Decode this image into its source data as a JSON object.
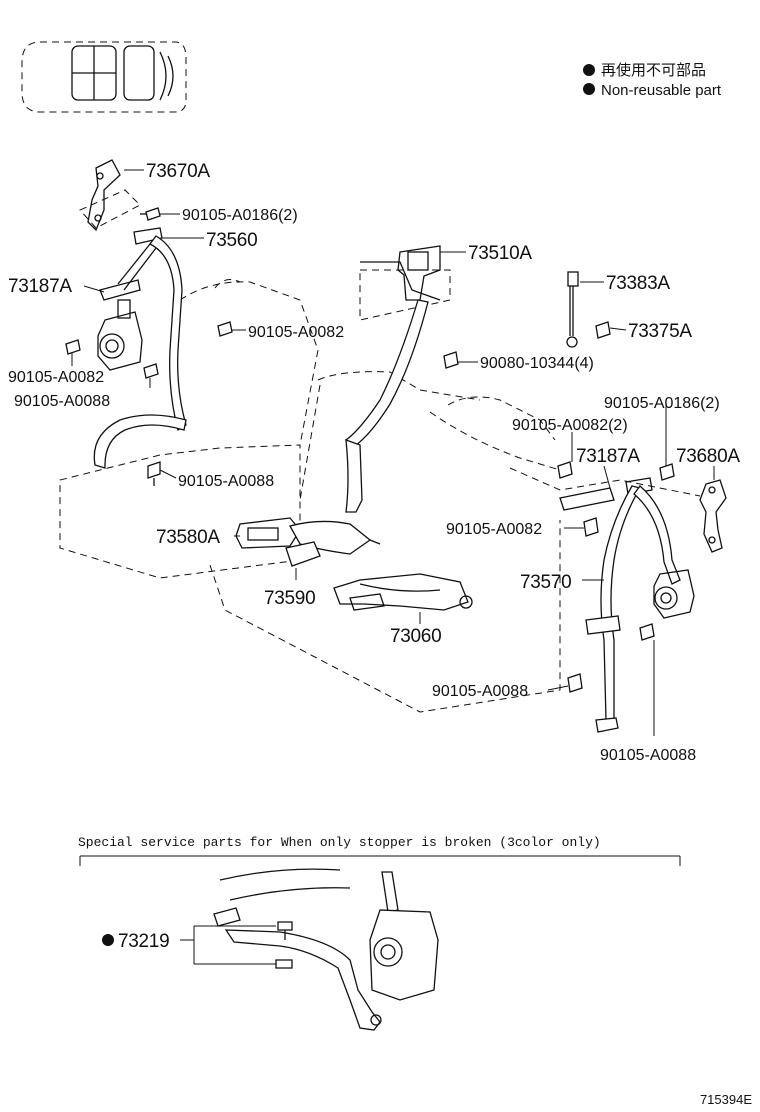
{
  "legend": {
    "items": [
      {
        "text": "再使用不可部品"
      },
      {
        "text": "Non-reusable part"
      }
    ]
  },
  "parts": {
    "p73670A": "73670A",
    "p90105_A0186_2_left": "90105-A0186(2)",
    "p73560": "73560",
    "p73187A_left": "73187A",
    "p90105_A0082_mid": "90105-A0082",
    "p90105_A0082_left": "90105-A0082",
    "p90105_A0088_left": "90105-A0088",
    "p90105_A0088_lower": "90105-A0088",
    "p73510A": "73510A",
    "p73383A": "73383A",
    "p73375A": "73375A",
    "p90080_10344_4": "90080-10344(4)",
    "p90105_A0186_2_right": "90105-A0186(2)",
    "p90105_A0082_2_right": "90105-A0082(2)",
    "p73187A_right": "73187A",
    "p73680A": "73680A",
    "p90105_A0082_right": "90105-A0082",
    "p73580A": "73580A",
    "p73590": "73590",
    "p73060": "73060",
    "p73570": "73570",
    "p90105_A0088_right_mid": "90105-A0088",
    "p90105_A0088_right_low": "90105-A0088",
    "p73219": "73219"
  },
  "special": {
    "caption": "Special  service  parts  for  When  only  stopper  is  broken  (3color only)"
  },
  "footer": {
    "ref": "715394E"
  }
}
